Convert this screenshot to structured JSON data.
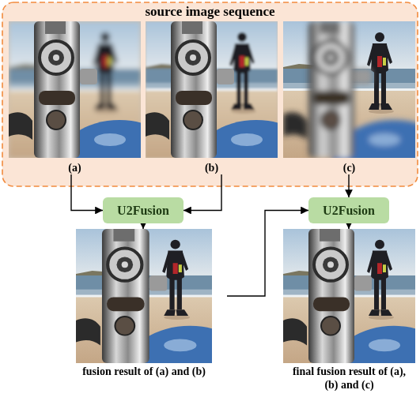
{
  "diagram": {
    "nodes": [
      {
        "text": [
          "source image sequence"
        ]
      },
      {
        "text": [
          "(a)"
        ],
        "in": 0
      },
      {
        "text": [
          "(b)"
        ],
        "in": 0
      },
      {
        "text": [
          "(c)"
        ],
        "in": 0
      },
      {
        "text": [
          "U2Fusion"
        ]
      },
      {
        "text": [
          "U2Fusion"
        ]
      },
      {
        "text": [
          "fusion result of (a) and (b)"
        ]
      },
      {
        "text": [
          "final fusion result of (a), (b) and (c)"
        ]
      }
    ],
    "edges": [
      {
        "from": 1,
        "to": 4,
        "arrow": "to"
      },
      {
        "from": 2,
        "to": 4,
        "arrow": "to"
      },
      {
        "from": 4,
        "to": 6,
        "arrow": "to"
      },
      {
        "from": 6,
        "to": 5,
        "arrow": "to"
      },
      {
        "from": 3,
        "to": 5,
        "arrow": "to"
      },
      {
        "from": 5,
        "to": 7,
        "arrow": "to"
      }
    ]
  }
}
